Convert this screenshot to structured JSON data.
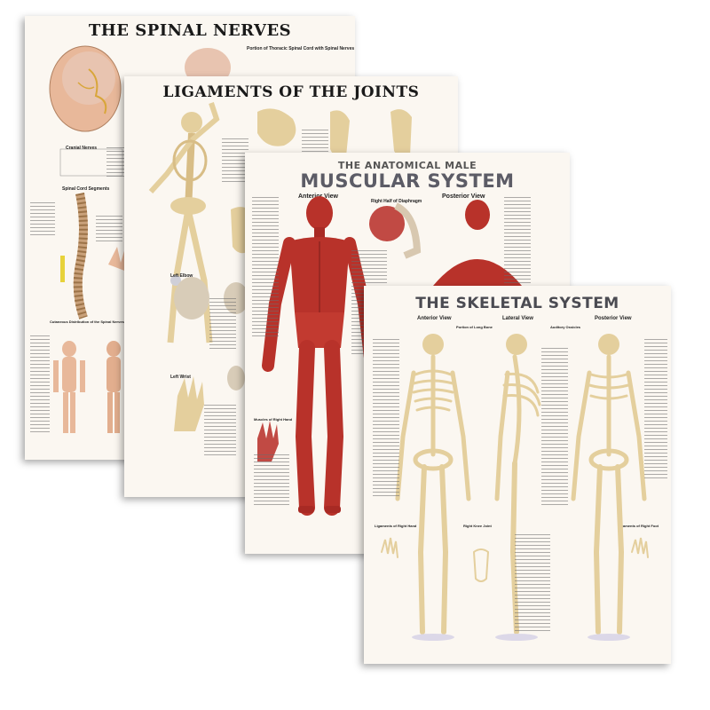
{
  "posters": {
    "spinal": {
      "title": "THE SPINAL NERVES",
      "sub_thoracic": "Portion of Thoracic Spinal Cord with Spinal Nerves",
      "cranial": "Cranial Nerves",
      "cord_segments": "Spinal Cord Segments",
      "cutaneous": "Cutaneous Distribution of the Spinal Nerves"
    },
    "ligaments": {
      "title": "LIGAMENTS OF THE JOINTS",
      "left_elbow": "Left Elbow",
      "left_wrist": "Left Wrist"
    },
    "muscular": {
      "title_top": "THE ANATOMICAL MALE",
      "title_main": "MUSCULAR SYSTEM",
      "anterior": "Anterior View",
      "diaphragm": "Right Half of Diaphragm",
      "posterior": "Posterior View",
      "hand": "Muscles of Right Hand"
    },
    "skeletal": {
      "title": "THE SKELETAL SYSTEM",
      "anterior": "Anterior View",
      "lateral": "Lateral View",
      "posterior": "Posterior View",
      "long_bone": "Portion of Long Bone",
      "ossicles": "Auditory Ossicles",
      "right_hand": "Ligaments of Right Hand",
      "knee_joint": "Right Knee Joint",
      "right_foot": "Ligaments of Right Foot"
    }
  },
  "colors": {
    "paper": "#fbf7f1",
    "muscle": "#b8322a",
    "bone": "#e4cf9d",
    "skin": "#e8b89a",
    "nerve": "#d8a63a"
  }
}
